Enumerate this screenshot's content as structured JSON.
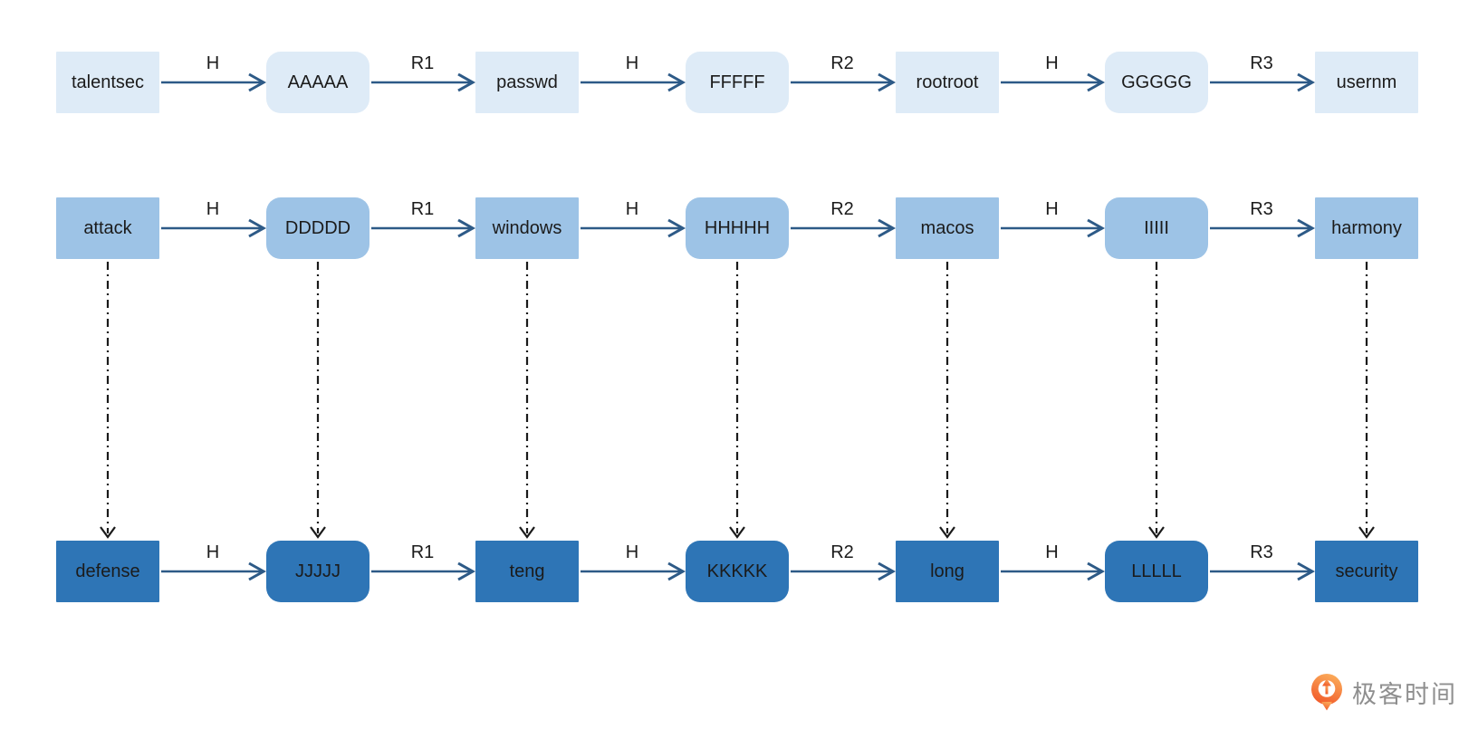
{
  "diagram": {
    "rows": [
      {
        "id": "hash-chain-light",
        "nodes": [
          "talentsec",
          "AAAAA",
          "passwd",
          "FFFFF",
          "rootroot",
          "GGGGG",
          "usernm"
        ]
      },
      {
        "id": "hash-chain-attack",
        "nodes": [
          "attack",
          "DDDDD",
          "windows",
          "HHHHH",
          "macos",
          "IIIII",
          "harmony"
        ]
      },
      {
        "id": "hash-chain-defense",
        "nodes": [
          "defense",
          "JJJJJ",
          "teng",
          "KKKKK",
          "long",
          "LLLLL",
          "security"
        ]
      }
    ],
    "edge_labels": [
      "H",
      "R1",
      "H",
      "R2",
      "H",
      "R3"
    ],
    "colors": {
      "row_fills": [
        "#DEEBF7",
        "#9DC3E6",
        "#2E75B6"
      ],
      "arrow": "#2D5A87",
      "dashed_arrow": "#1A1A1A",
      "node_text": "#1B1B1B",
      "label_text": "#1B1B1B"
    }
  },
  "footer": {
    "brand_text": "极客时间",
    "brand_color": "#8F8F8F",
    "icon": "geektime-pin-icon",
    "icon_gradient": {
      "from": "#FBAC5A",
      "to": "#F1592A"
    }
  }
}
